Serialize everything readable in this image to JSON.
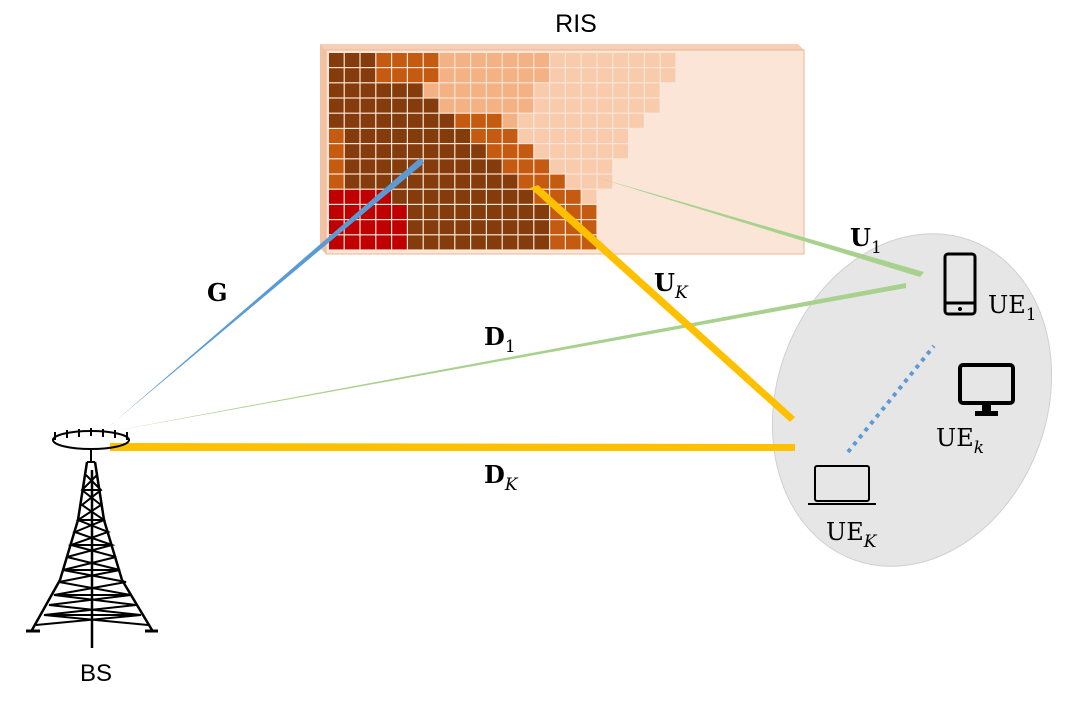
{
  "labels": {
    "ris": "RIS",
    "bs": "BS",
    "g": "G",
    "d1_main": "D",
    "d1_sub": "1",
    "dk_main": "D",
    "dk_sub": "K",
    "u1_main": "U",
    "u1_sub": "1",
    "uk_main": "U",
    "uk_sub": "K",
    "ue1_main": "UE",
    "ue1_sub": "1",
    "uek_main": "UE",
    "uek_sub": "k",
    "ueK_main": "UE",
    "ueK_sub": "K"
  },
  "colors": {
    "g_link": "#5b9bd5",
    "green_link": "#a9d18e",
    "gold_link": "#ffc000",
    "dots": "#5b9bd5",
    "ellipse": "#e6e6e6",
    "ris_palette": [
      "#fbe5d6",
      "#f8cbad",
      "#f4b183",
      "#c55a11",
      "#843c0c",
      "#c00000"
    ]
  },
  "icons": {
    "ris": "ris-panel",
    "bs": "tower-icon",
    "ue1": "smartphone-icon",
    "uek": "monitor-icon",
    "ueK": "laptop-icon"
  }
}
